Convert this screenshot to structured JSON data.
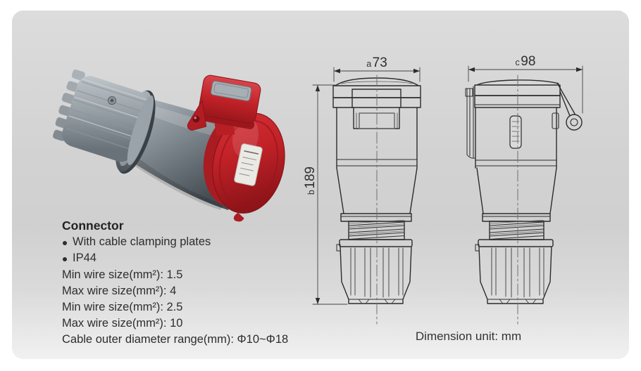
{
  "card": {
    "gradient_top": "#dcdcdc",
    "gradient_mid": "#d0d0d0",
    "gradient_bottom": "#f1f1f1"
  },
  "product_photo": {
    "description": "red and grey industrial CEE connector with open lid",
    "accent_red": "#c02127",
    "body_grey": "#828b92"
  },
  "specs": {
    "title": "Connector",
    "features": [
      "With cable clamping plates",
      "IP44"
    ],
    "lines": [
      "Min wire size(mm²): 1.5",
      "Max wire size(mm²): 4",
      "Min wire size(mm²): 2.5",
      "Max wire size(mm²): 10",
      "Cable outer diameter range(mm): Φ10~Φ18"
    ]
  },
  "drawings": {
    "line_color": "#2c2c2c",
    "front_view": {
      "width_dim": {
        "letter": "a",
        "value": "73"
      },
      "height_dim": {
        "letter": "b",
        "value": "189"
      }
    },
    "side_view": {
      "width_dim": {
        "letter": "c",
        "value": "98"
      }
    },
    "unit_note": "Dimension unit: mm"
  }
}
